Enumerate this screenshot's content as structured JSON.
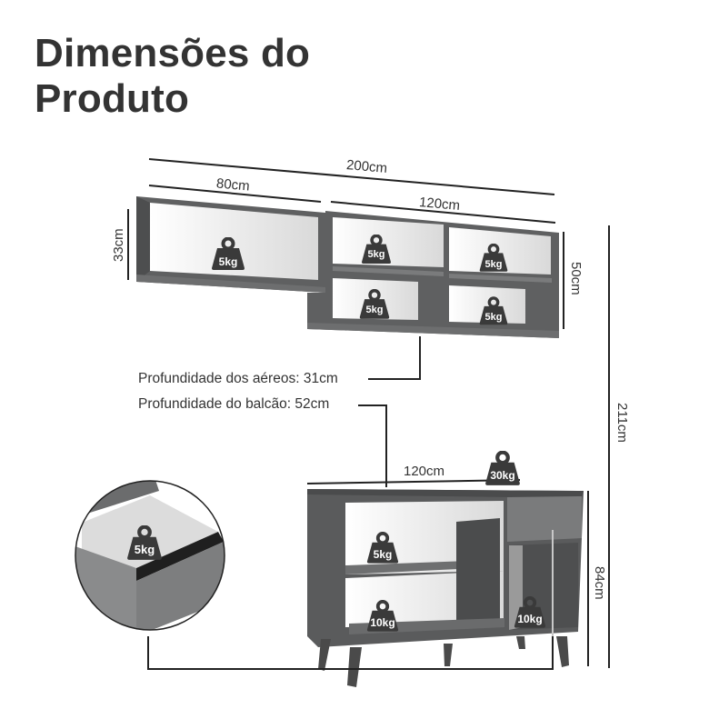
{
  "title": {
    "line1": "Dimensões do",
    "line2": "Produto"
  },
  "upper_cabinets": {
    "total_width": "200cm",
    "left_width": "80cm",
    "right_width": "120cm",
    "left_height": "33cm",
    "right_height": "50cm",
    "weights": [
      "5kg",
      "5kg",
      "5kg",
      "5kg",
      "5kg"
    ]
  },
  "depths": {
    "upper": "Profundidade dos aéreos: 31cm",
    "base": "Profundidade do balcão: 52cm"
  },
  "base_cabinet": {
    "width": "120cm",
    "height": "84cm",
    "top_weight": "30kg",
    "shelf_weight": "5kg",
    "bottom_weight": "10kg",
    "right_weight": "10kg"
  },
  "total_height": "211cm",
  "drawer_detail": {
    "weight": "5kg"
  },
  "colors": {
    "body": "#5f6061",
    "interior": "#f2f2f2",
    "text": "#333333",
    "weight_icon": "#3a3a3a"
  }
}
